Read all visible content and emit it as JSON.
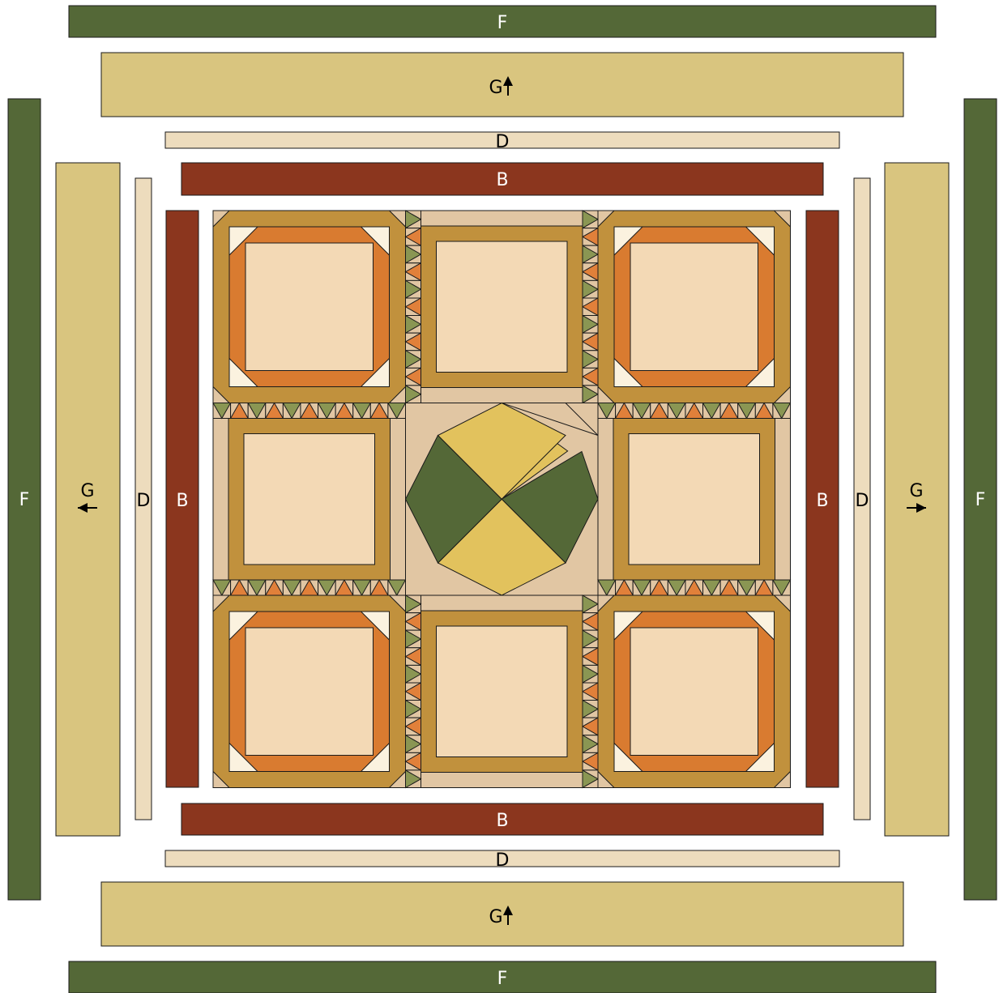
{
  "colors": {
    "F": "#546837",
    "G": "#d9c57f",
    "D": "#eddcbd",
    "B": "#8b361e",
    "center_light": "#f3d9b5",
    "frame_gold": "#c1913d",
    "frame_orange": "#d97b30",
    "corner_cream": "#fbf2df",
    "tan_bg": "#e1c6a3",
    "sawtooth_green": "#8a9653",
    "sawtooth_orange": "#e1803a",
    "medallion_yellow": "#e2c25d",
    "medallion_green": "#546837",
    "outline": "#1a1a1a"
  },
  "borders": {
    "F_top": "F",
    "F_bottom": "F",
    "F_left": "F",
    "F_right": "F",
    "G_top": "G",
    "G_bottom": "G",
    "G_left": "G",
    "G_right": "G",
    "D_top": "D",
    "D_bottom": "D",
    "D_left": "D",
    "D_right": "D",
    "B_top": "B",
    "B_bottom": "B",
    "B_left": "B",
    "B_right": "B"
  },
  "arrows": {
    "G_top": "up-arrow-icon",
    "G_bottom": "up-arrow-icon",
    "G_left": "left-arrow-icon",
    "G_right": "right-arrow-icon"
  },
  "center": {
    "corner_blocks": [
      "top-left",
      "top-right",
      "bottom-left",
      "bottom-right"
    ],
    "framed_blocks": [
      "top",
      "left",
      "right",
      "bottom"
    ],
    "medallion": "center"
  }
}
